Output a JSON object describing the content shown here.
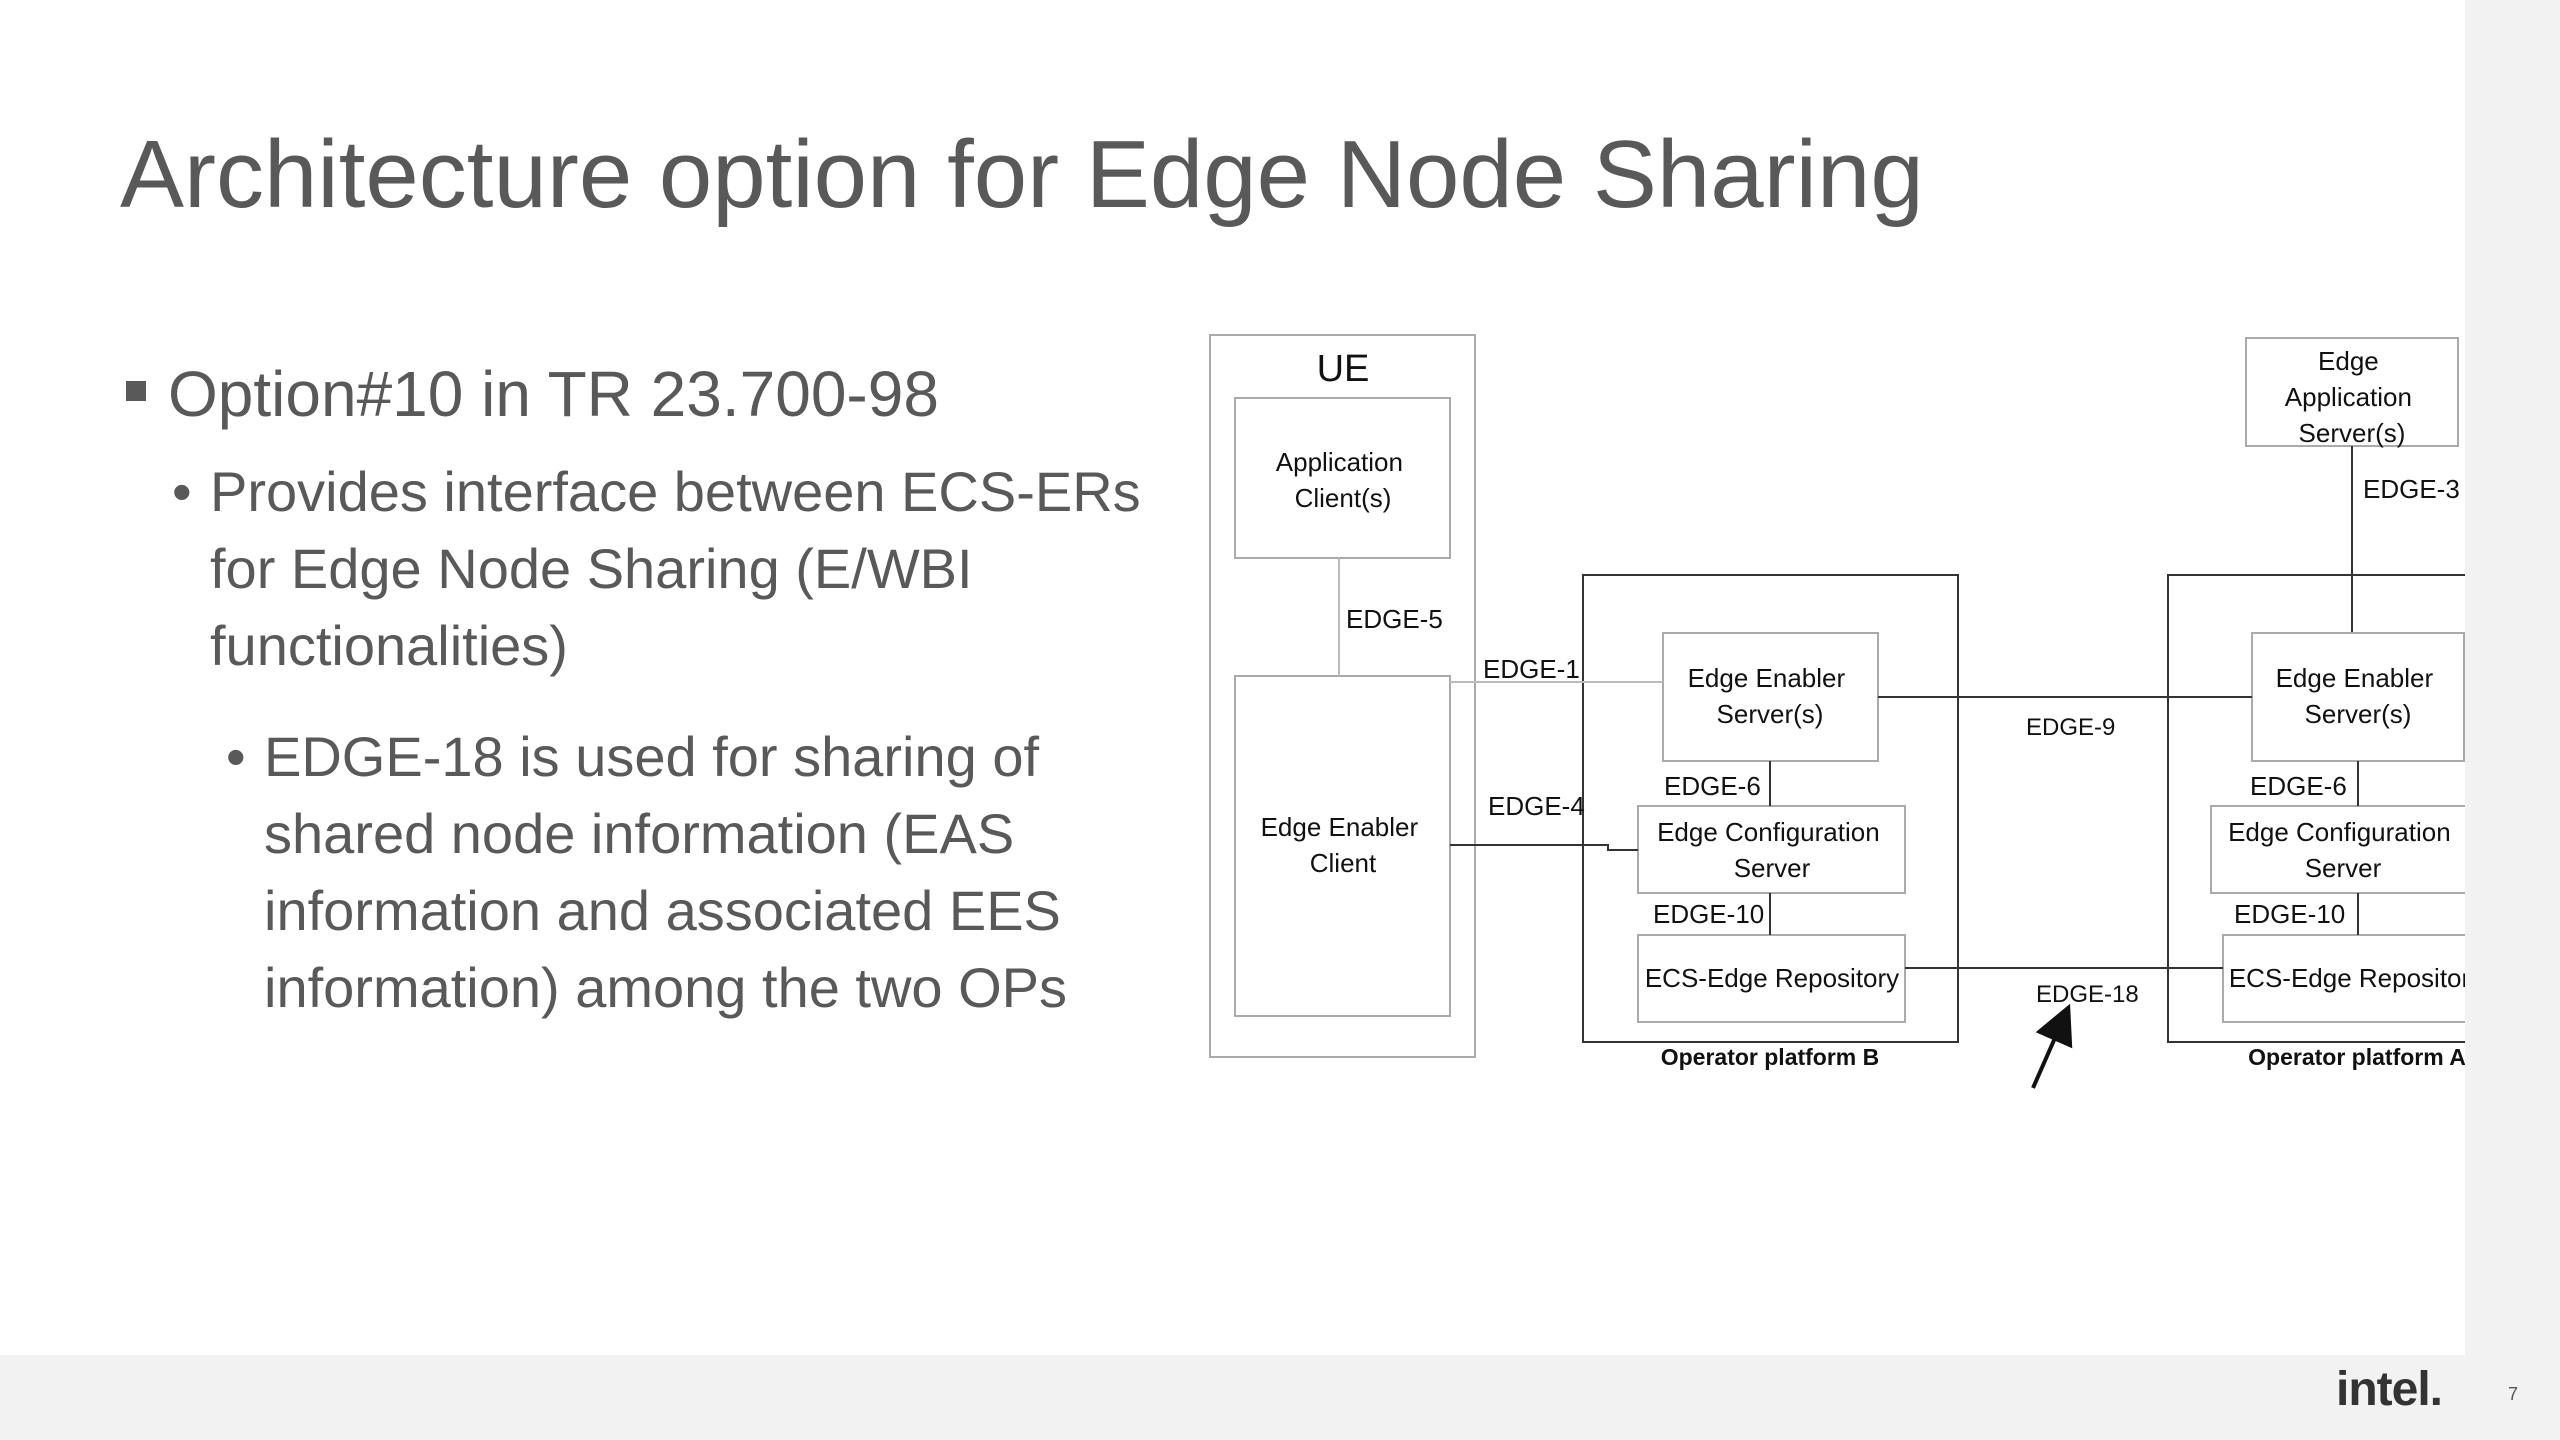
{
  "slide": {
    "title": "Architecture option for Edge Node Sharing",
    "bullets": {
      "level1": "Option#10 in TR 23.700-98",
      "level2": "Provides interface between ECS-ERs for Edge Node Sharing (E/WBI functionalities)",
      "level3": "EDGE-18 is used for sharing of shared node information (EAS information and associated EES information) among the two OPs"
    },
    "page_number": "7",
    "logo_text": "intel."
  },
  "diagram": {
    "ue": {
      "label": "UE",
      "app_client": [
        "Application",
        "Client(s)"
      ],
      "enabler_client": [
        "Edge Enabler",
        "Client"
      ]
    },
    "platform_b": {
      "label": "Operator platform B",
      "ees": [
        "Edge Enabler",
        "Server(s)"
      ],
      "ecs": [
        "Edge Configuration",
        "Server"
      ],
      "repo": "ECS-Edge Repository"
    },
    "platform_a": {
      "label": "Operator platform A",
      "ees": [
        "Edge Enabler",
        "Server(s)"
      ],
      "ecs": [
        "Edge Configuration",
        "Server"
      ],
      "repo": "ECS-Edge Repository"
    },
    "eas": [
      "Edge",
      "Application",
      "Server(s)"
    ],
    "interfaces": {
      "edge1": "EDGE-1",
      "edge3": "EDGE-3",
      "edge4": "EDGE-4",
      "edge5": "EDGE-5",
      "edge6_b": "EDGE-6",
      "edge6_a": "EDGE-6",
      "edge9": "EDGE-9",
      "edge10_b": "EDGE-10",
      "edge10_a": "EDGE-10",
      "edge18": "EDGE-18"
    }
  }
}
